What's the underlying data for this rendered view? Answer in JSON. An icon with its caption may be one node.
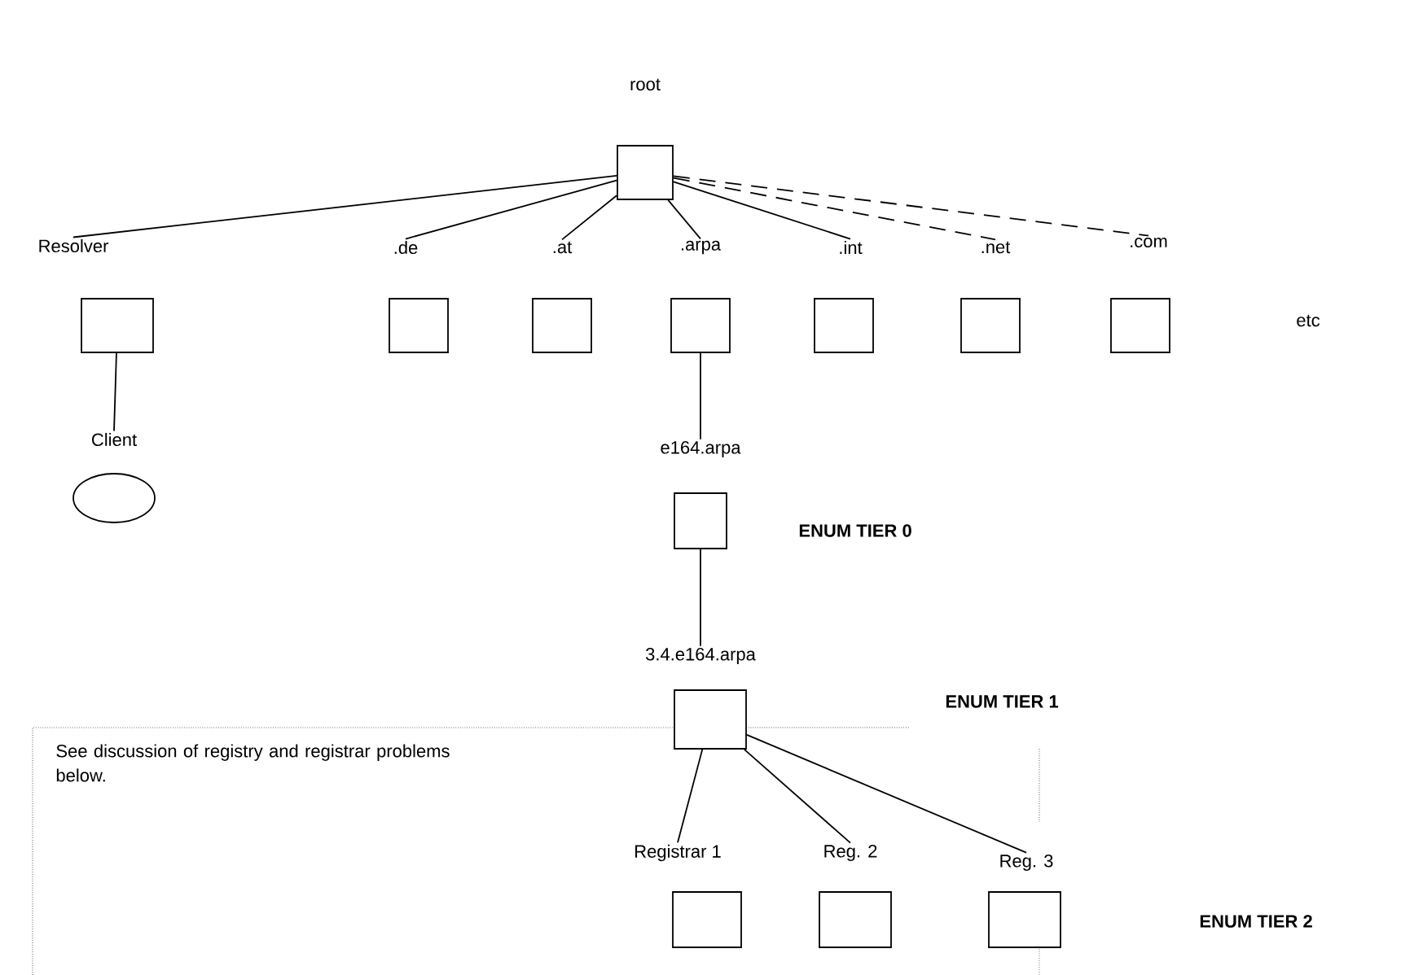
{
  "diagram": {
    "nodes": [
      {
        "text": [
          "root"
        ]
      },
      {
        "text": [
          "Resolver"
        ]
      },
      {
        "text": [
          ".de"
        ]
      },
      {
        "text": [
          ".at"
        ]
      },
      {
        "text": [
          ".arpa"
        ]
      },
      {
        "text": [
          ".int"
        ]
      },
      {
        "text": [
          ".net"
        ]
      },
      {
        "text": [
          ".com"
        ]
      },
      {
        "text": [
          "Client"
        ]
      },
      {
        "text": [
          "e164.arpa"
        ]
      },
      {
        "text": [
          "3.4.e164.arpa"
        ]
      },
      {
        "text": [
          "Registrar 1"
        ]
      },
      {
        "text": [
          "Reg. 2"
        ]
      },
      {
        "text": [
          "Reg. 3"
        ]
      }
    ],
    "edges": [
      {
        "from": 0,
        "to": 1,
        "arrow": "none"
      },
      {
        "from": 0,
        "to": 2,
        "arrow": "none"
      },
      {
        "from": 0,
        "to": 3,
        "arrow": "none"
      },
      {
        "from": 0,
        "to": 4,
        "arrow": "none"
      },
      {
        "from": 0,
        "to": 5,
        "arrow": "none"
      },
      {
        "from": 0,
        "to": 6,
        "arrow": "none",
        "style": "dashed"
      },
      {
        "from": 0,
        "to": 7,
        "arrow": "none",
        "style": "dashed"
      },
      {
        "from": 1,
        "to": 8,
        "arrow": "none"
      },
      {
        "from": 4,
        "to": 9,
        "arrow": "none"
      },
      {
        "from": 9,
        "to": 10,
        "arrow": "none"
      },
      {
        "from": 10,
        "to": 11,
        "arrow": "none"
      },
      {
        "from": 10,
        "to": 12,
        "arrow": "none"
      },
      {
        "from": 10,
        "to": 13,
        "arrow": "none"
      }
    ],
    "labels": [
      "etc",
      "ENUM TIER 0",
      "ENUM TIER 1",
      "See discussion of registry and registrar problems below.",
      "ENUM TIER 2"
    ]
  }
}
